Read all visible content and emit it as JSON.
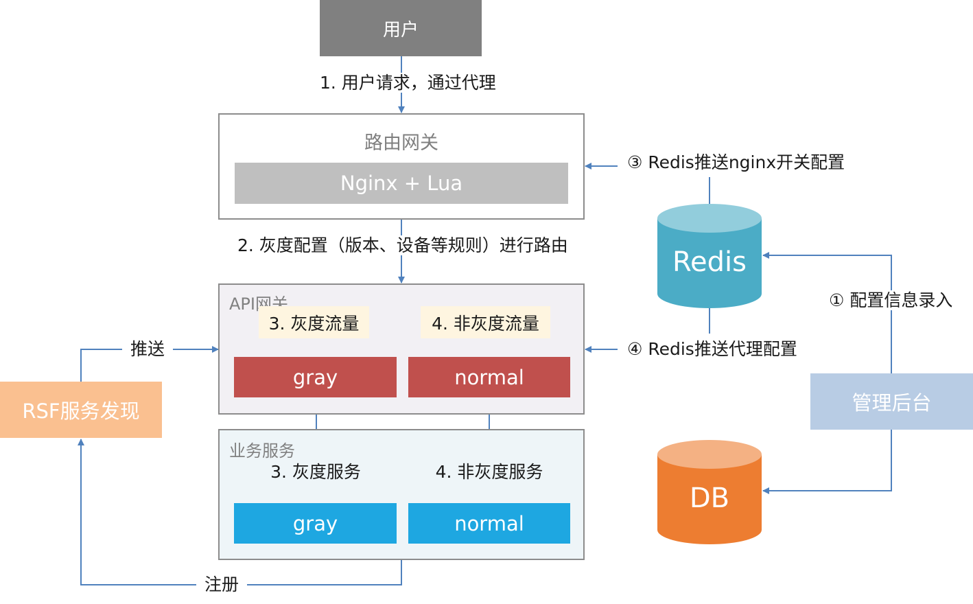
{
  "user": {
    "label": "用户"
  },
  "router_gateway": {
    "title": "路由网关",
    "component": "Nginx + Lua"
  },
  "api_gateway": {
    "title": "API网关",
    "gray_traffic_label": "3. 灰度流量",
    "normal_traffic_label": "4. 非灰度流量",
    "gray_box": "gray",
    "normal_box": "normal"
  },
  "business_services": {
    "title": "业务服务",
    "gray_service_label": "3. 灰度服务",
    "normal_service_label": "4. 非灰度服务",
    "gray_box": "gray",
    "normal_box": "normal"
  },
  "rsf_discovery": {
    "label": "RSF服务发现"
  },
  "redis": {
    "label": "Redis"
  },
  "db": {
    "label": "DB"
  },
  "admin": {
    "label": "管理后台"
  },
  "edges": {
    "user_request": "1. 用户请求，通过代理",
    "gray_routing": "2. 灰度配置（版本、设备等规则）进行路由",
    "push": "推送",
    "register": "注册",
    "redis_push_nginx": "③ Redis推送nginx开关配置",
    "redis_push_proxy": "④ Redis推送代理配置",
    "config_input": "① 配置信息录入"
  },
  "colors": {
    "user": "#808080",
    "nginx": "#bfbfbf",
    "red_box": "#c0504d",
    "blue_box": "#1ea7e1",
    "rsf": "#fac090",
    "admin": "#b8cce4",
    "redis": "#4bacc6",
    "redis_top": "#92cddc",
    "db": "#ed7d31",
    "db_top": "#f4b183",
    "arrow": "#4f81bd",
    "label_bg": "#fef5e0"
  }
}
